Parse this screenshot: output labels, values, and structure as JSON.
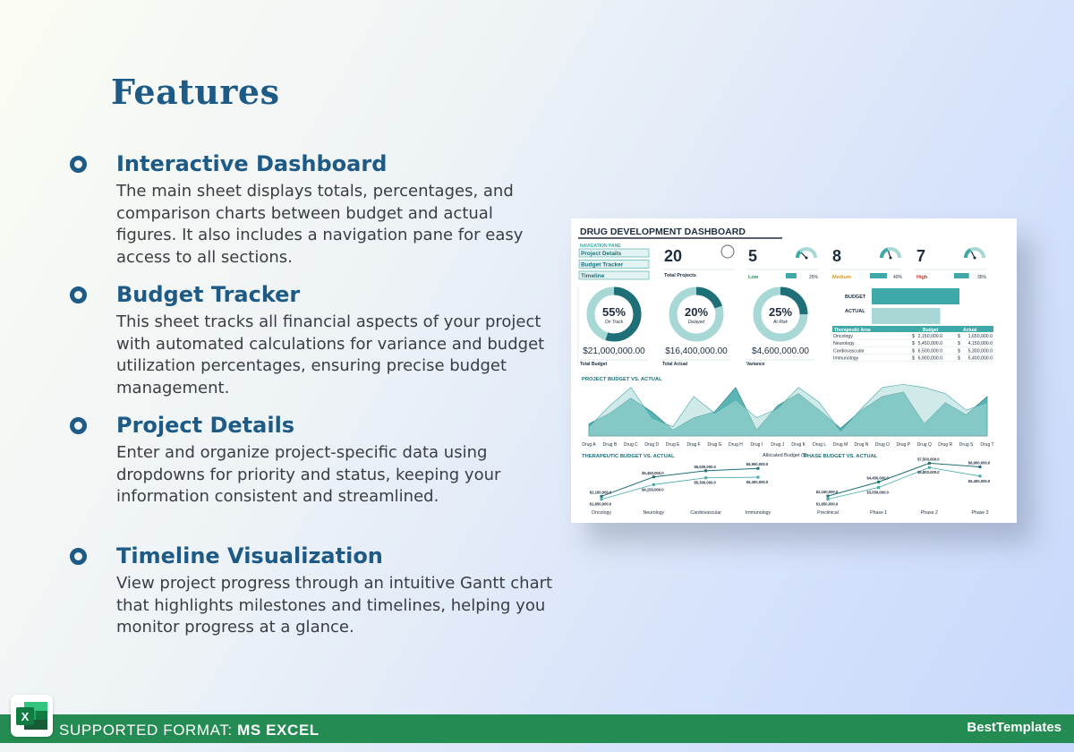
{
  "title": "Features",
  "features": [
    {
      "title": "Interactive Dashboard",
      "desc": "The main sheet displays totals, percentages, and comparison charts between budget and actual figures. It also includes a navigation pane for easy access to all sections."
    },
    {
      "title": "Budget Tracker",
      "desc": "This sheet tracks all financial aspects of your project with automated calculations for variance and budget utilization percentages, ensuring precise budget management."
    },
    {
      "title": "Project Details",
      "desc": "Enter and organize project-specific data using dropdowns for priority and status, keeping your information consistent and streamlined."
    },
    {
      "title": "Timeline Visualization",
      "desc": "View project progress through an intuitive Gantt chart that highlights milestones and timelines, helping you monitor progress at a glance."
    }
  ],
  "dashboard": {
    "title": "DRUG DEVELOPMENT DASHBOARD",
    "nav_label": "NAVIGATION PANE",
    "nav_items": [
      "Project Details",
      "Budget Tracker",
      "Timeline"
    ],
    "total_projects": "20",
    "total_projects_label": "Total Projects",
    "priorities": [
      {
        "count": "5",
        "label": "Low",
        "pct": "25%",
        "value": 0.25,
        "color": "#2e8b57"
      },
      {
        "count": "8",
        "label": "Medium",
        "pct": "40%",
        "value": 0.4,
        "color": "#d39a1c"
      },
      {
        "count": "7",
        "label": "High",
        "pct": "35%",
        "value": 0.35,
        "color": "#c0392b"
      }
    ],
    "donuts": [
      {
        "pct": "55%",
        "label": "On Track",
        "amount": "$21,000,000.00",
        "caption": "Total Budget",
        "value": 0.55
      },
      {
        "pct": "20%",
        "label": "Delayed",
        "amount": "$16,400,000.00",
        "caption": "Total Actual",
        "value": 0.2
      },
      {
        "pct": "25%",
        "label": "At Risk",
        "amount": "$4,600,000.00",
        "caption": "Variance",
        "value": 0.25
      }
    ],
    "bars": {
      "budget_label": "BUDGET",
      "actual_label": "ACTUAL",
      "budget": 21000000,
      "actual": 16400000
    },
    "table": {
      "headers": [
        "Therapeutic Area",
        "Budget",
        "Actual"
      ],
      "rows": [
        [
          "Oncology",
          "$",
          "2,150,000.0",
          "$",
          "1,650,000.0"
        ],
        [
          "Neurology",
          "$",
          "5,450,000.0",
          "$",
          "4,150,000.0"
        ],
        [
          "Cardiovascular",
          "$",
          "6,500,000.0",
          "$",
          "5,300,000.0"
        ],
        [
          "Immunology",
          "$",
          "6,900,000.0",
          "$",
          "5,400,000.0"
        ]
      ]
    },
    "colors": {
      "teal": "#3fa8a8",
      "teal_light": "#a8d8d6",
      "teal_dark": "#1f6f78",
      "navy": "#1c2d3f"
    }
  },
  "chart_data": [
    {
      "type": "area",
      "title": "PROJECT BUDGET VS. ACTUAL",
      "categories": [
        "Drug A",
        "Drug B",
        "Drug C",
        "Drug D",
        "Drug E",
        "Drug F",
        "Drug G",
        "Drug H",
        "Drug I",
        "Drug J",
        "Drug K",
        "Drug L",
        "Drug M",
        "Drug N",
        "Drug O",
        "Drug P",
        "Drug Q",
        "Drug R",
        "Drug S",
        "Drug T"
      ],
      "series": [
        {
          "values": [
            400000,
            750000,
            1250000,
            800000,
            200000,
            600000,
            800000,
            1600000,
            200000,
            1000000,
            1400000,
            850000,
            250000,
            850000,
            1300000,
            1450000,
            400000,
            1100000,
            700000,
            1300000
          ]
        },
        {
          "values": [
            300000,
            1000000,
            1600000,
            600000,
            300000,
            1300000,
            750000,
            1200000,
            600000,
            900000,
            1600000,
            1100000,
            150000,
            900000,
            1600000,
            1700000,
            1600000,
            1400000,
            850000,
            1100000
          ]
        }
      ],
      "legend": "Allocated Budget ($)"
    },
    {
      "type": "line",
      "title": "THERAPEUTIC BUDGET VS. ACTUAL",
      "categories": [
        "Oncology",
        "Neurology",
        "Cardiovascular",
        "Immunology"
      ],
      "series": [
        {
          "values": [
            2150000,
            5450000,
            6500000,
            6900000
          ]
        },
        {
          "values": [
            1650000,
            4150000,
            5300000,
            5400000
          ]
        }
      ],
      "data_labels_a": [
        "$2,150,000.0",
        "$5,450,000.0",
        "$6,500,000.0",
        "$6,900,000.0"
      ],
      "data_labels_b": [
        "$1,650,000.0",
        "$4,150,000.0",
        "$5,300,000.0",
        "$5,400,000.0"
      ]
    },
    {
      "type": "line",
      "title": "PHASE BUDGET VS. ACTUAL",
      "categories": [
        "Preclinical",
        "Phase 1",
        "Phase 2",
        "Phase 3"
      ],
      "series": [
        {
          "values": [
            2150000,
            4450000,
            7500000,
            6900000
          ]
        },
        {
          "values": [
            1650000,
            3550000,
            6800000,
            5400000
          ]
        }
      ],
      "data_labels_a": [
        "$2,150,000.0",
        "$4,450,000.0",
        "$7,500,000.0",
        "$6,900,000.0"
      ],
      "data_labels_b": [
        "$1,650,000.0",
        "$3,550,000.0",
        "$6,800,000.0",
        "$5,400,000.0"
      ]
    }
  ],
  "footer": {
    "prefix": "SUPPORTED FORMAT: ",
    "format": "MS EXCEL",
    "brand": "BestTemplates",
    "excel_letter": "X"
  }
}
